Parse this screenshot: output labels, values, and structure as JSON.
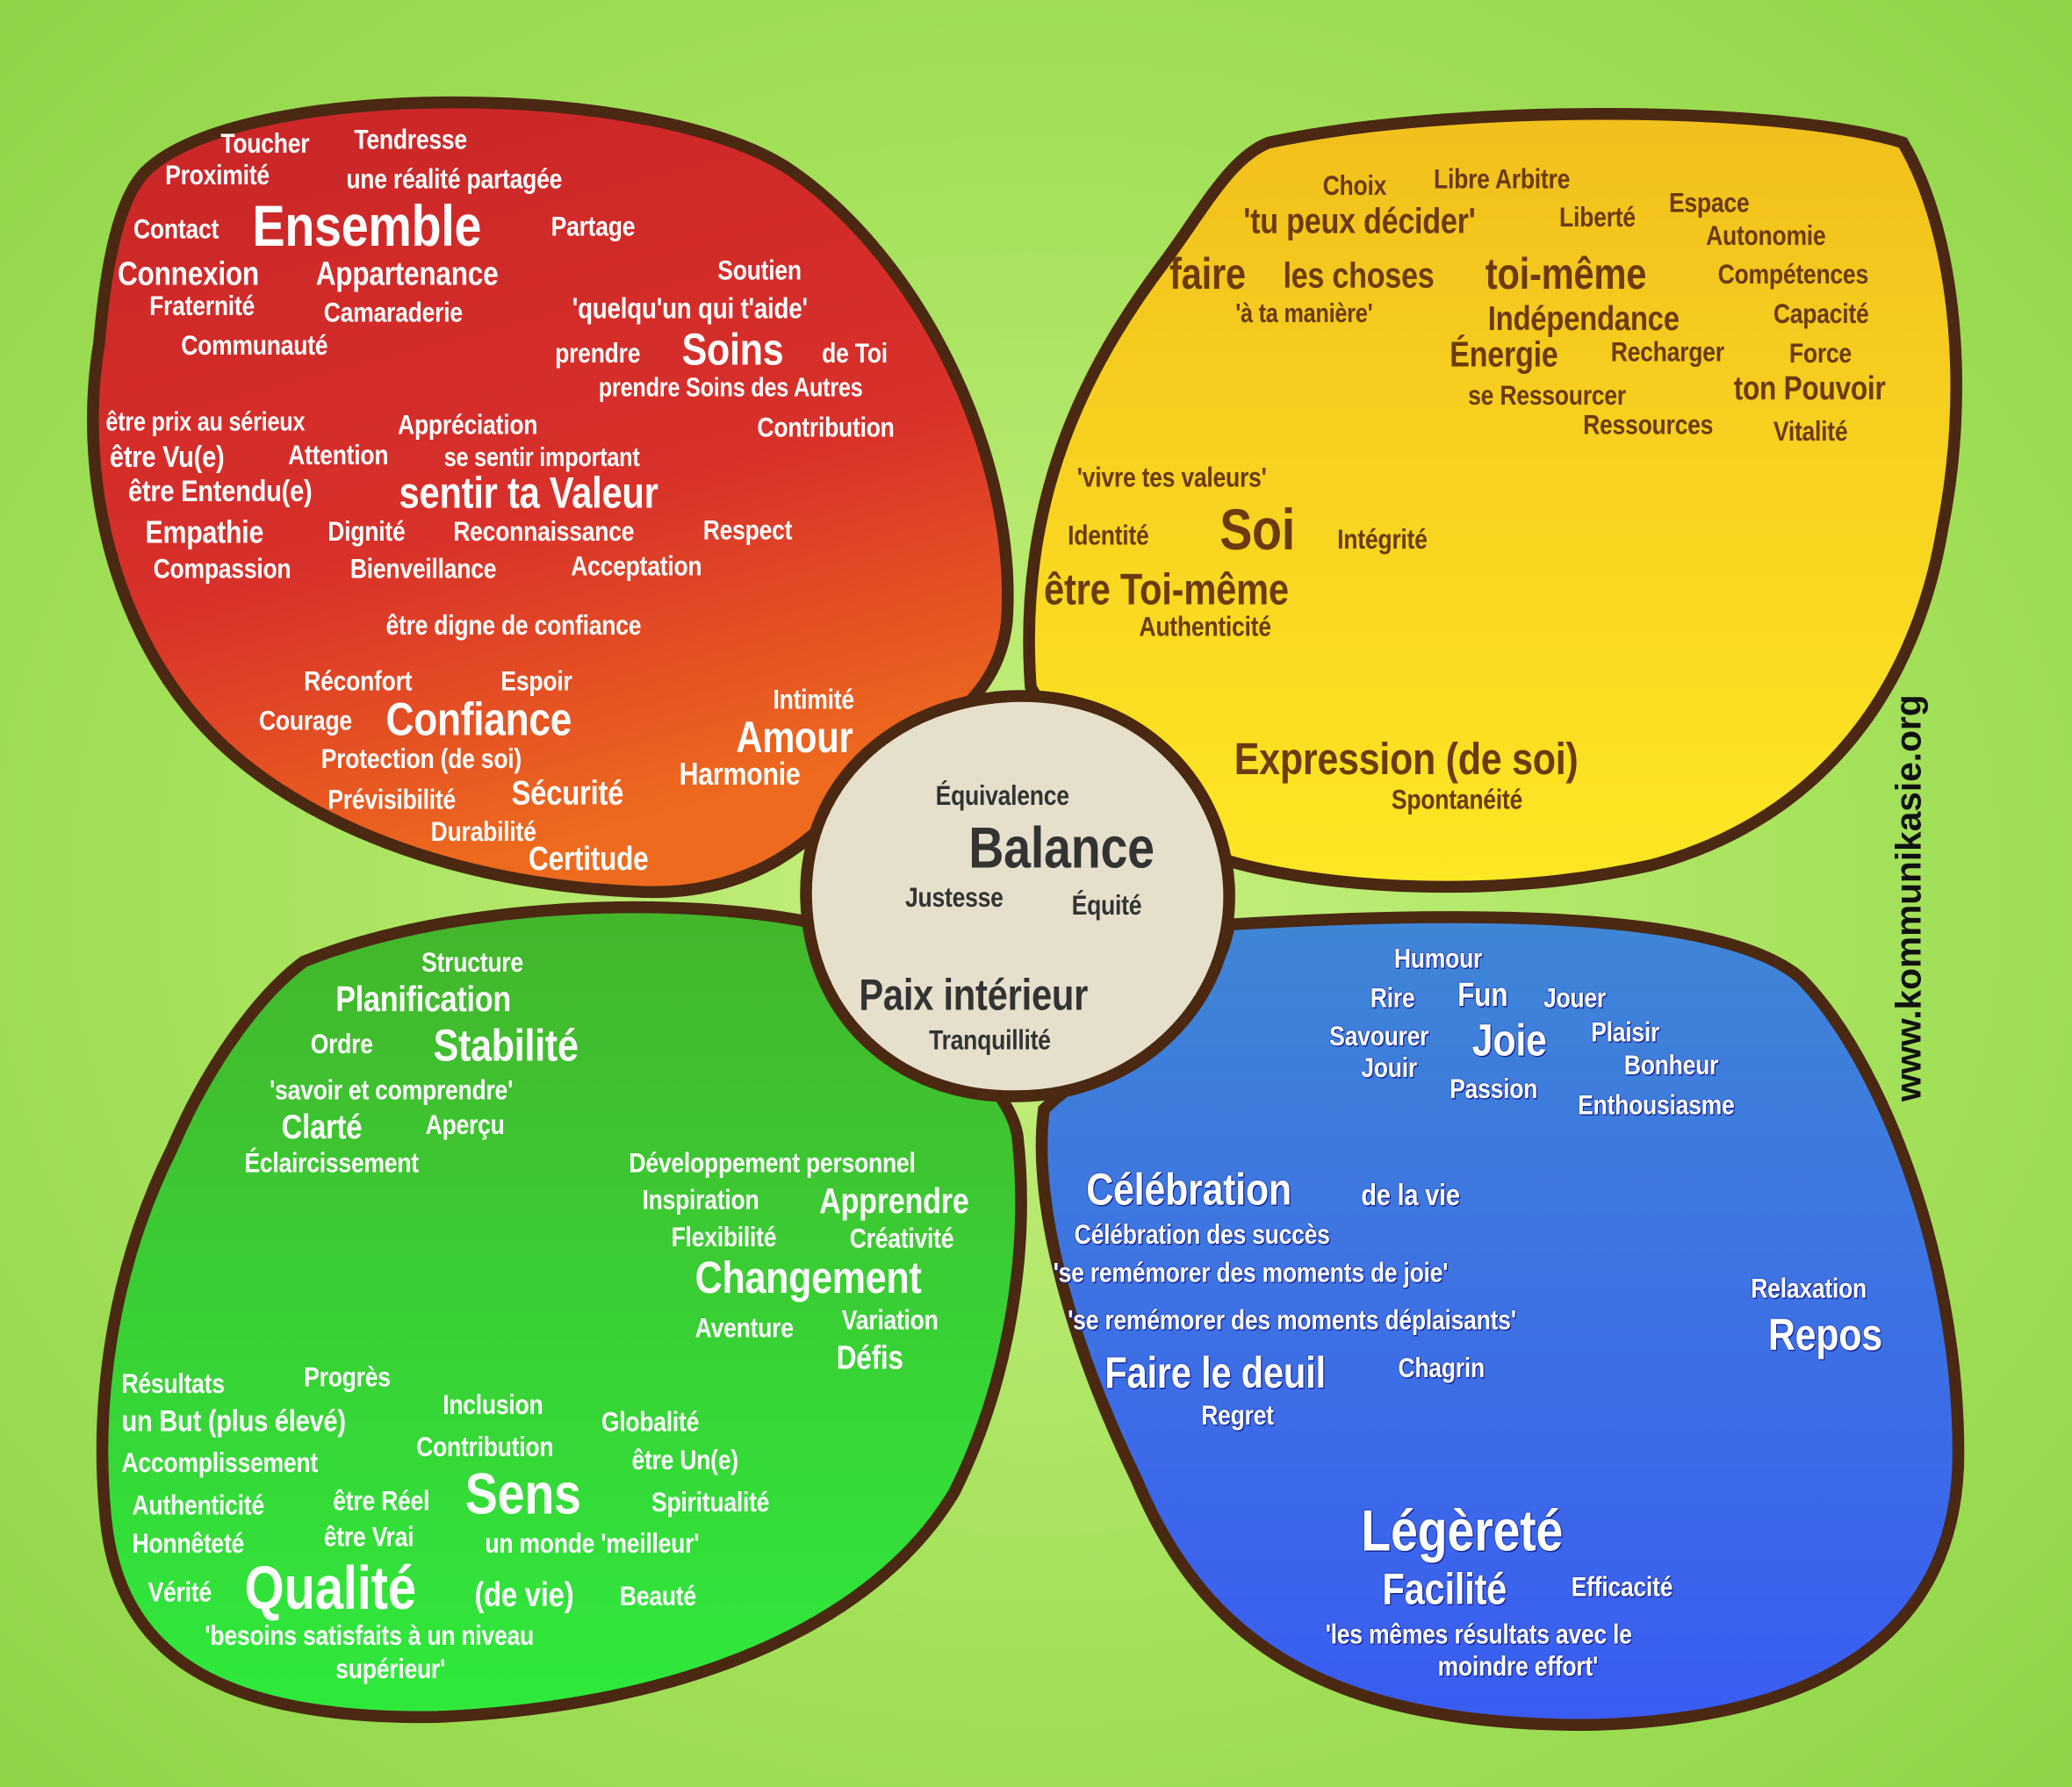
{
  "website": "www.kommunikasie.org",
  "colors": {
    "red": "#cf2a28",
    "yellow": "#f8d420",
    "green": "#39cc33",
    "blue": "#3d72dc",
    "center": "#e6dfcc",
    "outline": "#4a2812",
    "background": "#a6e25c"
  },
  "red": {
    "words": [
      "Toucher",
      "Tendresse",
      "Proximité",
      "une réalité partagée",
      "Contact",
      "Ensemble",
      "Partage",
      "Connexion",
      "Appartenance",
      "Soutien",
      "Fraternité",
      "Camaraderie",
      "'quelqu'un qui t'aide'",
      "Communauté",
      "prendre",
      "Soins",
      "de Toi",
      "prendre Soins des Autres",
      "être prix au sérieux",
      "Appréciation",
      "Contribution",
      "être Vu(e)",
      "Attention",
      "se sentir important",
      "être Entendu(e)",
      "sentir ta Valeur",
      "Empathie",
      "Dignité",
      "Reconnaissance",
      "Respect",
      "Compassion",
      "Bienveillance",
      "Acceptation",
      "être digne de confiance",
      "Réconfort",
      "Espoir",
      "Intimité",
      "Courage",
      "Confiance",
      "Amour",
      "Protection (de soi)",
      "Harmonie",
      "Prévisibilité",
      "Sécurité",
      "Durabilité",
      "Certitude"
    ]
  },
  "yellow": {
    "words": [
      "Choix",
      "Libre Arbitre",
      "'tu peux décider'",
      "Liberté",
      "Espace",
      "Autonomie",
      "faire",
      "les choses",
      "toi-même",
      "Compétences",
      "'à ta manière'",
      "Indépendance",
      "Capacité",
      "Énergie",
      "Recharger",
      "Force",
      "se Ressourcer",
      "ton Pouvoir",
      "Ressources",
      "Vitalité",
      "'vivre tes valeurs'",
      "Identité",
      "Soi",
      "Intégrité",
      "être Toi-même",
      "Authenticité",
      "Expression (de soi)",
      "Spontanéité"
    ]
  },
  "center": {
    "words": [
      "Équivalence",
      "Balance",
      "Justesse",
      "Équité",
      "Paix intérieur",
      "Tranquillité"
    ]
  },
  "green": {
    "words": [
      "Structure",
      "Planification",
      "Ordre",
      "Stabilité",
      "'savoir et comprendre'",
      "Clarté",
      "Aperçu",
      "Éclaircissement",
      "Développement personnel",
      "Inspiration",
      "Apprendre",
      "Flexibilité",
      "Créativité",
      "Changement",
      "Aventure",
      "Variation",
      "Défis",
      "Résultats",
      "Progrès",
      "Inclusion",
      "un But (plus élevé)",
      "Globalité",
      "Contribution",
      "Accomplissement",
      "être Un(e)",
      "Authenticité",
      "être Réel",
      "Sens",
      "Spiritualité",
      "Honnêteté",
      "être Vrai",
      "un monde 'meilleur'",
      "Vérité",
      "Qualité",
      "(de vie)",
      "Beauté",
      "'besoins satisfaits à un niveau",
      "supérieur'"
    ]
  },
  "blue": {
    "words": [
      "Humour",
      "Rire",
      "Fun",
      "Jouer",
      "Savourer",
      "Joie",
      "Plaisir",
      "Jouir",
      "Bonheur",
      "Passion",
      "Enthousiasme",
      "Célébration",
      "de la vie",
      "Célébration des succès",
      "'se remémorer des moments de joie'",
      "Relaxation",
      "'se remémorer des moments déplaisants'",
      "Repos",
      "Faire le deuil",
      "Chagrin",
      "Regret",
      "Légèreté",
      "Facilité",
      "Efficacité",
      "'les mêmes résultats avec le",
      "moindre effort'"
    ]
  }
}
